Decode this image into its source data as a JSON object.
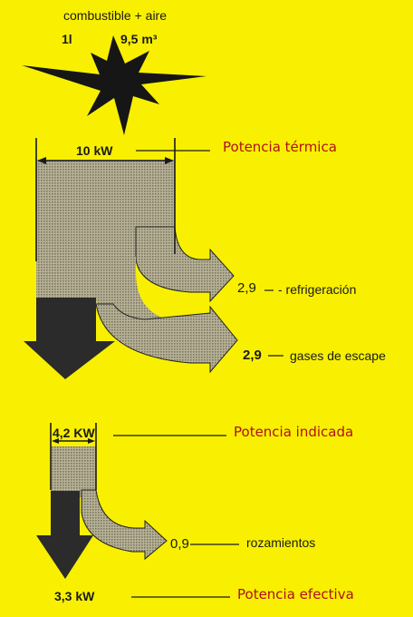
{
  "colors": {
    "background": "#f8f000",
    "flow_fill": "#b4ae90",
    "dark_flow": "#2c2c2c",
    "annotation_red": "#b0101a",
    "line": "#1a1a1a"
  },
  "header": {
    "inputs_label": "combustible + aire",
    "fuel_amount": "1l",
    "air_amount": "9,5 m³"
  },
  "stages": {
    "thermal": {
      "value_label": "10 kW",
      "annotation": "Potencia térmica"
    },
    "indicated": {
      "value_label": "4,2 KW",
      "annotation": "Potencia indicada"
    },
    "effective": {
      "value_label": "3,3 kW",
      "annotation": "Potencia efectiva"
    }
  },
  "losses": {
    "cooling": {
      "value": "2,9",
      "label": "- refrigeración"
    },
    "exhaust": {
      "value": "2,9",
      "label": "gases de escape"
    },
    "friction": {
      "value": "0,9",
      "label": "rozamientos"
    }
  }
}
